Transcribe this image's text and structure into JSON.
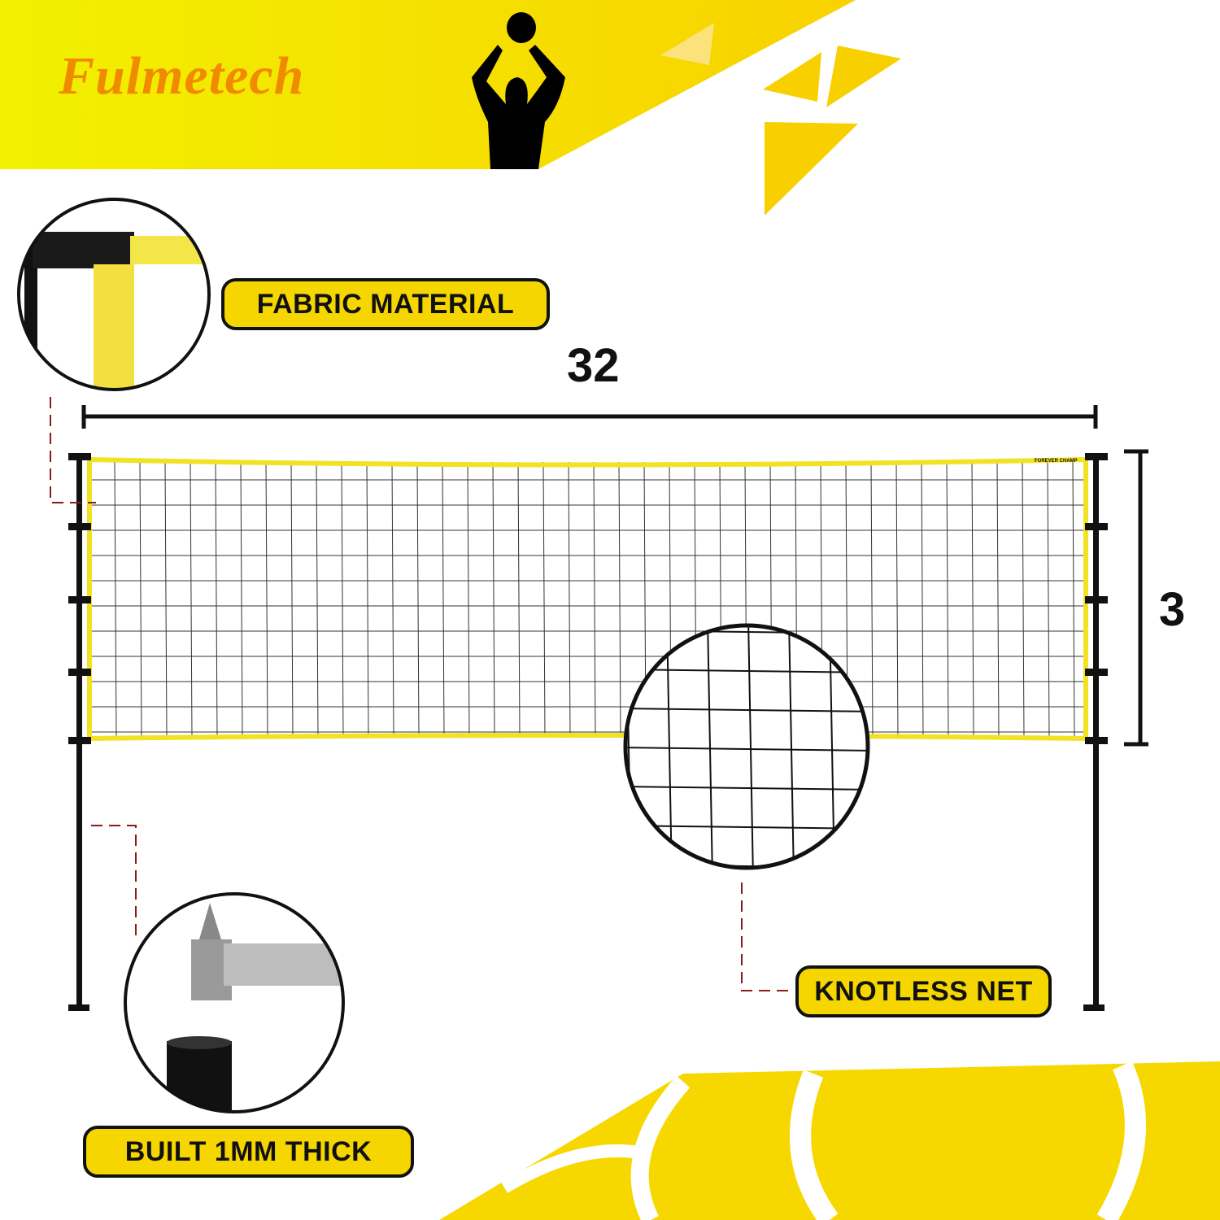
{
  "brand": {
    "logo_text": "Fulmetech",
    "logo_color": "#f08a00"
  },
  "colors": {
    "banner_yellow": "#f5e400",
    "label_yellow": "#f6d600",
    "net_yellow": "#f2e224",
    "accent_dash": "#8b1a1a"
  },
  "dimensions": {
    "width_label": "32",
    "height_label": "3"
  },
  "net_brand_tag": "FOREVER CHAMP",
  "callouts": {
    "fabric": "FABRIC MATERIAL",
    "knotless": "KNOTLESS NET",
    "thickness": "BUILT 1MM THICK"
  },
  "icons": [
    "volleyball-player-silhouette-icon",
    "fabric-closeup-image",
    "caliper-closeup-image",
    "net-closeup-image",
    "volleyball-pattern"
  ]
}
